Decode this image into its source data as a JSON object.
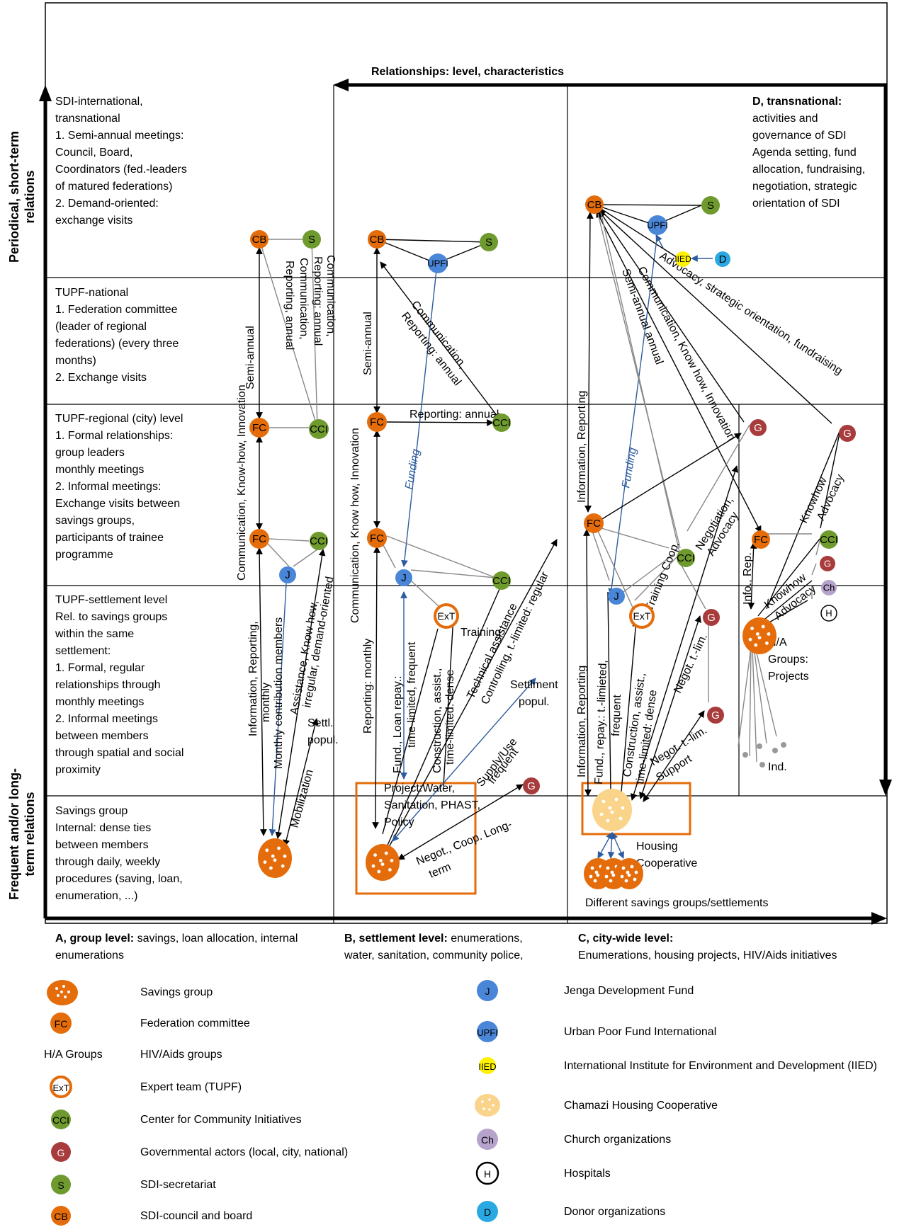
{
  "header": {
    "arrow_label": "Relationships: level, characteristics"
  },
  "y_axis": {
    "top_line1": "Periodical, short-term",
    "top_line2": "relations",
    "bottom_line1": "Frequent and/or long-",
    "bottom_line2": "term relations"
  },
  "rows": [
    {
      "lines": [
        "SDI-international,",
        "transnational",
        "1. Semi-annual meetings:",
        "Council, Board,",
        "Coordinators (fed.-leaders",
        "of matured federations)",
        "2. Demand-oriented:",
        "exchange visits"
      ]
    },
    {
      "lines": [
        "TUPF-national",
        "1. Federation committee",
        "(leader of regional",
        "federations) (every three",
        "months)",
        "2. Exchange visits"
      ]
    },
    {
      "lines": [
        "TUPF-regional (city) level",
        "1. Formal relationships:",
        "group leaders",
        "monthly meetings",
        "2. Informal meetings:",
        "Exchange visits between",
        "savings groups,",
        "participants of trainee",
        "programme"
      ]
    },
    {
      "lines": [
        "TUPF-settlement level",
        "Rel. to savings groups",
        "within the same",
        "settlement:",
        "1. Formal, regular",
        "relationships through",
        "monthly meetings",
        "2. Informal meetings",
        "between members",
        "through spatial and social",
        "proximity"
      ]
    },
    {
      "lines": [
        "Savings group",
        "Internal: dense ties",
        "between members",
        "through daily, weekly",
        "procedures (saving, loan,",
        "enumeration, ...)"
      ]
    }
  ],
  "transnational": {
    "title": "D, transnational:",
    "lines": [
      "activities and",
      "governance of SDI",
      "Agenda setting, fund",
      "allocation, fundraising,",
      "negotiation, strategic",
      "orientation of SDI"
    ]
  },
  "columns": [
    {
      "title": "A, group level:",
      "rest": " savings, loan allocation, internal",
      "line2": "enumerations"
    },
    {
      "title": "B, settlement level:",
      "rest": " enumerations,",
      "line2": "water, sanitation, community police,"
    },
    {
      "title": "C, city-wide level:",
      "rest": "",
      "line2": "Enumerations, housing projects, HIV/Aids initiatives"
    }
  ],
  "node_labels": {
    "cb": "CB",
    "s": "S",
    "fc": "FC",
    "cci": "CCI",
    "j": "J",
    "upfi": "UPFI",
    "iied": "IIED",
    "d": "D",
    "g": "G",
    "ch": "Ch",
    "h": "H",
    "ext": "ExT"
  },
  "edge_labels": {
    "a_comm_rep": "Communication,",
    "a_comm_rep2": "Reporting: annual",
    "a_comm_rep3": "Communication,",
    "a_comm_rep4": "Reporting, annual",
    "a_semiannual": "Semi-annual",
    "a_comm_know": "Communication, Know-how, Innovation",
    "a_info_rep": "Information, Reporting,",
    "a_monthly": "monthly",
    "a_contrib": "Monthly contribution members",
    "a_assist": "Assistance, Know how,",
    "a_irregular": "irregular, demand-oriented",
    "a_mobil": "Mobilization",
    "a_settl": "Settl.",
    "a_popul": "popul.",
    "b_comm": "Communication,",
    "b_rep_annual": "Reporting: annual",
    "b_semiannual": "Semi-annual",
    "b_comm_know": "Communication, Know how, Innovation",
    "b_rep_annual2": "Reporting: annual",
    "b_funding": "Funding",
    "b_rep_monthly": "Reporting: monthly",
    "b_fund_loan": "Fund., Loan repay.:",
    "b_time_freq": "time-limited, frequent",
    "b_constr": "Construction, assist.,",
    "b_dense": "time-limited: dense",
    "b_training": "Training",
    "b_tech": "Technical assistance",
    "b_control": "Controlling, t.-limited: regular",
    "b_supply": "Supply/Use",
    "b_frequent": "frequent",
    "b_settlment": "Settlment",
    "b_popul": "popul.",
    "b_project1": "Project:Water,",
    "b_project2": "Sanitation, PHAST,",
    "b_project3": "Policy",
    "b_negot": "Negot., Coop. Long-",
    "b_term": "term",
    "c_semi": "Semi-annual annual",
    "c_comm_know": "Communication, Know how, Innovation",
    "c_advocacy": "Advocacy, strategic orientation, fundraising",
    "c_info_rep": "Information, Reporting",
    "c_funding": "Funding",
    "c_negot_adv1": "Negotiation,",
    "c_negot_adv2": "Advocacy",
    "c_training_coop": "Training Coop.",
    "c_info_rep2": "Information, Reporting",
    "c_fund_repay": "Fund., repay.: t.-limieted,",
    "c_frequent": "frequent",
    "c_constr": "Construction, assist.,",
    "c_dense": "time-limited: dense",
    "c_negot_lim": "Negot. t.-lim.",
    "c_negot_lim2": "Negot. t.-lim.",
    "c_support": "Support",
    "c_housing1": "Housing",
    "c_housing2": "Cooperative",
    "c_diff": "Different savings groups/settlements",
    "d_knowhow": "Knowhow",
    "d_advocacy": "Advocacy",
    "d_knowhow2": "Knowhow",
    "d_advocacy2": "Advocacy",
    "d_info_rep": "Info., Rep.",
    "d_ha1": "H/A",
    "d_ha2": "Groups:",
    "d_ha3": "Projects",
    "d_ind": "Ind."
  },
  "legend_left": [
    {
      "symbol": "",
      "label": "Savings group"
    },
    {
      "symbol": "FC",
      "label": "Federation committee"
    },
    {
      "symbol": "H/A Groups",
      "label": "HIV/Aids groups"
    },
    {
      "symbol": "ExT",
      "label": "Expert team (TUPF)"
    },
    {
      "symbol": "CCI",
      "label": "Center for Community Initiatives"
    },
    {
      "symbol": "G",
      "label": "Governmental actors (local, city, national)"
    },
    {
      "symbol": "S",
      "label": "SDI-secretariat"
    },
    {
      "symbol": "CB",
      "label": "SDI-council and board"
    }
  ],
  "legend_right": [
    {
      "symbol": "J",
      "label": "Jenga Development Fund"
    },
    {
      "symbol": "UPFI",
      "label": "Urban Poor Fund International"
    },
    {
      "symbol": "IIED",
      "label": "International Institute for Environment and Development (IIED)"
    },
    {
      "symbol": "",
      "label": "Chamazi Housing Cooperative"
    },
    {
      "symbol": "Ch",
      "label": "Church organizations"
    },
    {
      "symbol": "H",
      "label": "Hospitals"
    },
    {
      "symbol": "D",
      "label": "Donor organizations"
    }
  ],
  "colors": {
    "orange": "#E46C0A",
    "green": "#6E9A2E",
    "blue": "#4A86D8",
    "darkred": "#A83B3B",
    "yellow": "#FFF200",
    "cyan": "#29A9E1",
    "lilac": "#B6A3CC",
    "pale": "#FAD48A",
    "funding_blue": "#2E5C9E"
  }
}
